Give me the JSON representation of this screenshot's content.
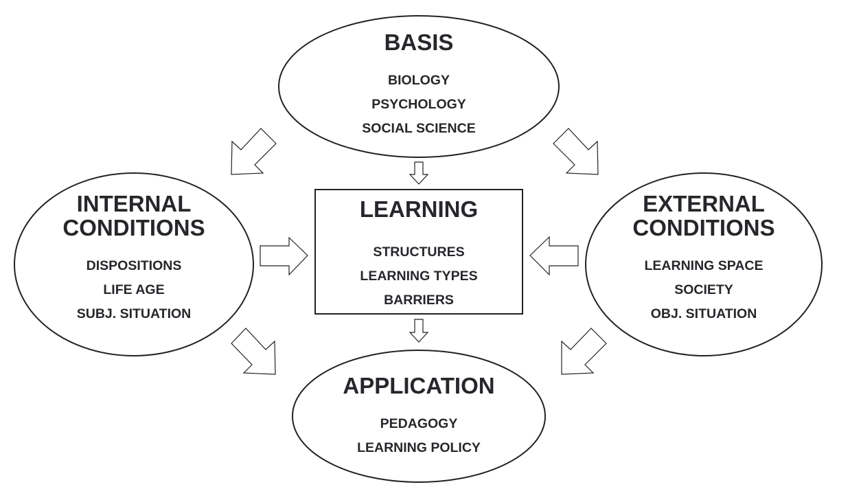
{
  "nodes": {
    "basis": {
      "title": [
        "BASIS"
      ],
      "items": [
        "BIOLOGY",
        "PSYCHOLOGY",
        "SOCIAL SCIENCE"
      ]
    },
    "learning": {
      "title": [
        "LEARNING"
      ],
      "items": [
        "STRUCTURES",
        "LEARNING TYPES",
        "BARRIERS"
      ]
    },
    "internal": {
      "title": [
        "INTERNAL",
        "CONDITIONS"
      ],
      "items": [
        "DISPOSITIONS",
        "LIFE AGE",
        "SUBJ. SITUATION"
      ]
    },
    "external": {
      "title": [
        "EXTERNAL",
        "CONDITIONS"
      ],
      "items": [
        "LEARNING SPACE",
        "SOCIETY",
        "OBJ. SITUATION"
      ]
    },
    "application": {
      "title": [
        "APPLICATION"
      ],
      "items": [
        "PEDAGOGY",
        "LEARNING POLICY"
      ]
    }
  },
  "edges": [
    {
      "from": "basis",
      "to": "learning"
    },
    {
      "from": "basis",
      "to": "internal"
    },
    {
      "from": "basis",
      "to": "external"
    },
    {
      "from": "internal",
      "to": "learning"
    },
    {
      "from": "external",
      "to": "learning"
    },
    {
      "from": "learning",
      "to": "application"
    },
    {
      "from": "internal",
      "to": "application"
    },
    {
      "from": "external",
      "to": "application"
    }
  ],
  "colors": {
    "stroke": "#222222",
    "text": "#26272b",
    "fill": "#ffffff"
  }
}
